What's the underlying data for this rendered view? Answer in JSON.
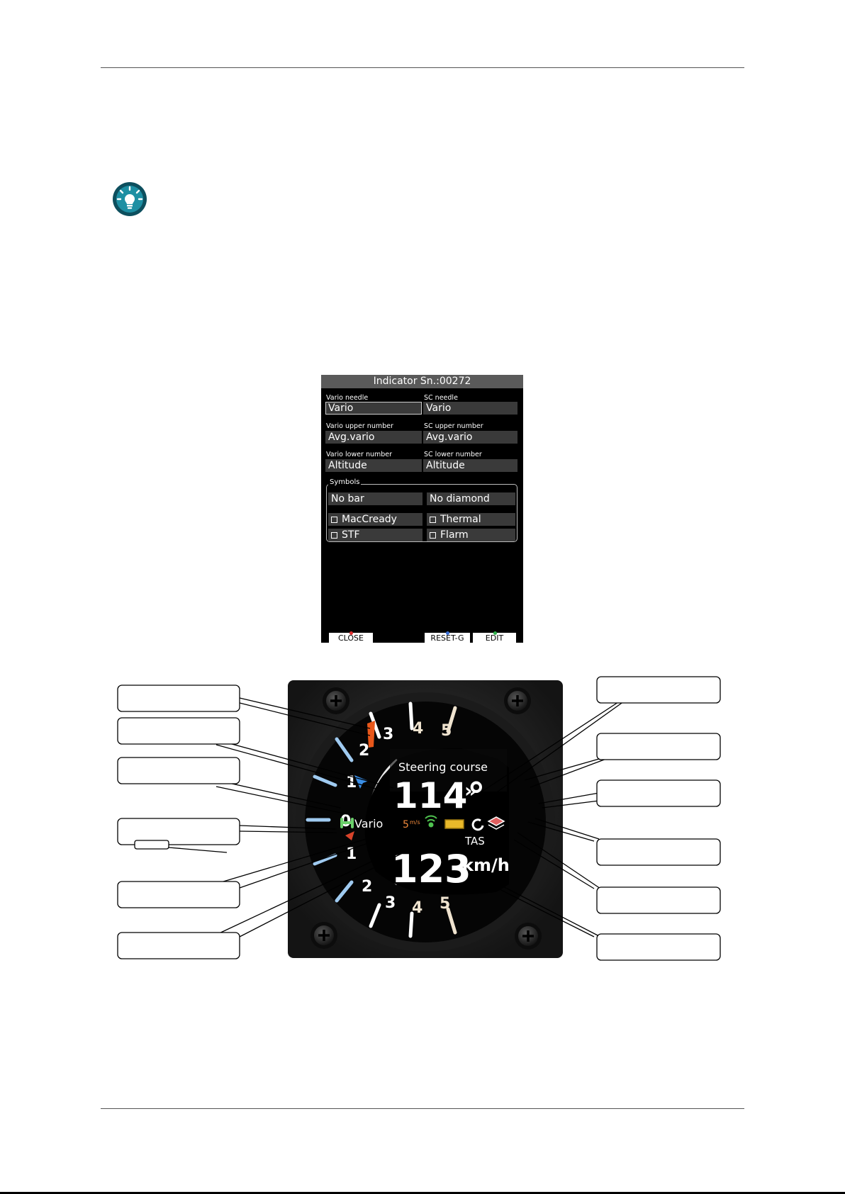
{
  "dialog": {
    "title": "Indicator Sn.:00272",
    "fields": [
      {
        "label": "Vario needle",
        "value": "Vario"
      },
      {
        "label": "SC needle",
        "value": "Vario"
      },
      {
        "label": "Vario upper number",
        "value": "Avg.vario"
      },
      {
        "label": "SC upper number",
        "value": "Avg.vario"
      },
      {
        "label": "Vario lower number",
        "value": "Altitude"
      },
      {
        "label": "SC lower number",
        "value": "Altitude"
      }
    ],
    "symbols": {
      "legend": "Symbols",
      "bar": "No bar",
      "diamond": "No diamond",
      "checkboxes": [
        "MacCready",
        "Thermal",
        "STF",
        "Flarm"
      ]
    },
    "softkeys": {
      "close": "CLOSE",
      "reset": "RESET-G",
      "edit": "EDIT"
    }
  },
  "instrument": {
    "upper_scale": [
      "0",
      "1",
      "2",
      "3",
      "4",
      "5"
    ],
    "lower_scale": [
      "1",
      "2",
      "3",
      "4",
      "5"
    ],
    "steering_label": "Steering course",
    "heading_value": "114°",
    "heading_arrows": "»",
    "needle_label": "Vario",
    "mc_value": "5",
    "mc_unit": "m/s",
    "speed_label": "TAS",
    "speed_value": "123",
    "speed_unit": "km/h"
  },
  "colors": {
    "sc_needle": "#e8571a",
    "arrow_blue": "#3a8ee6",
    "bar_green": "#6bd06b",
    "mc_orange": "#f08a3c",
    "tick_blue": "#8fc4ee"
  },
  "icons": {
    "tip": "lightbulb-icon"
  }
}
